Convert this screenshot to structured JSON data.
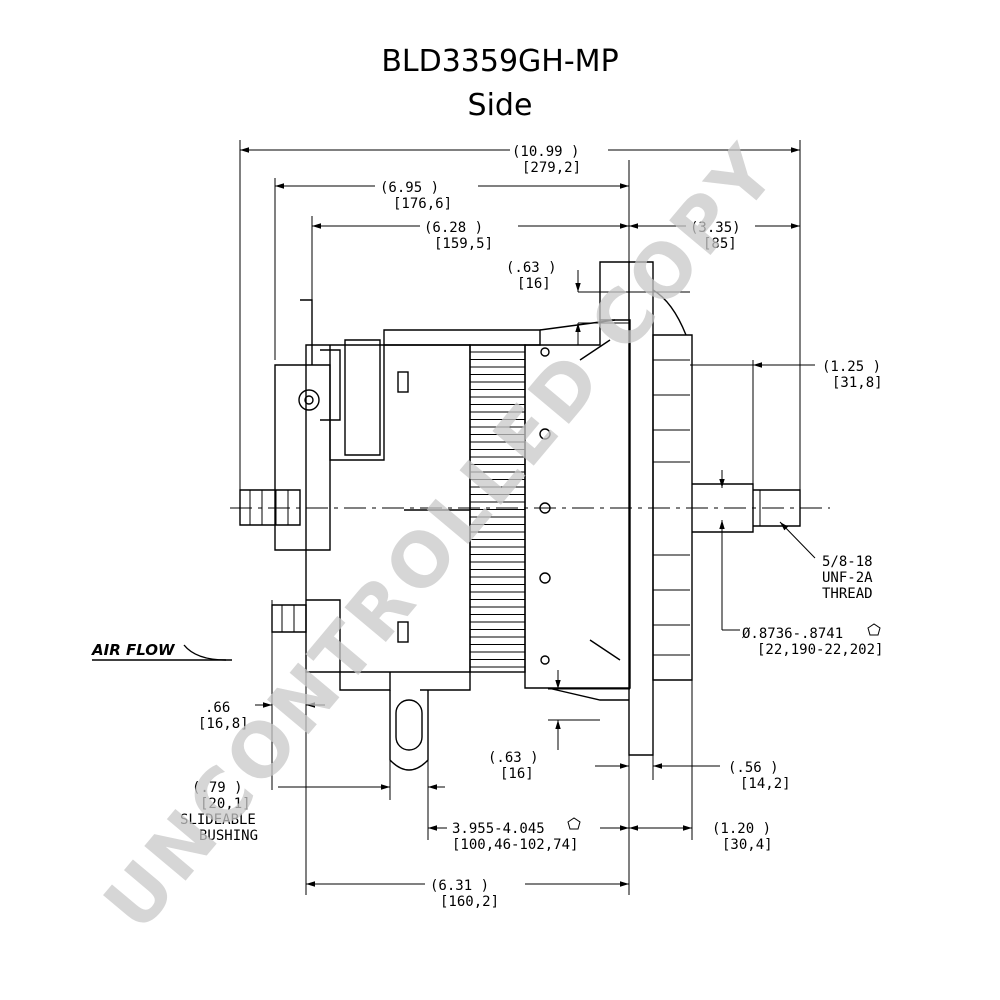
{
  "title": "BLD3359GH-MP",
  "subtitle": "Side",
  "watermark": "UNCONTROLLED COPY",
  "airflow_label": "AIR FLOW",
  "dimensions": {
    "overall_in": "(10.99   )",
    "overall_mm": "[279,2]",
    "d695_in": "(6.95    )",
    "d695_mm": "[176,6]",
    "d628_in": "(6.28    )",
    "d628_mm": "[159,5]",
    "d335_in": "(3.35)",
    "d335_mm": "[85]",
    "d063top_in": "(.63  )",
    "d063top_mm": "[16]",
    "d125_in": "(1.25   )",
    "d125_mm": "[31,8]",
    "thread_1": "5/8-18",
    "thread_2": "UNF-2A",
    "thread_3": "THREAD",
    "shaft_in": "Ø.8736-.8741",
    "shaft_mm": "[22,190-22,202]",
    "d066_in": ".66",
    "d066_mm": "[16,8]",
    "d063bot_in": "(.63  )",
    "d063bot_mm": "[16]",
    "d056_in": "(.56    )",
    "d056_mm": "[14,2]",
    "d079_in": "(.79    )",
    "d079_mm": "[20,1]",
    "bushing_1": "SLIDEABLE",
    "bushing_2": "BUSHING",
    "d3955_in": "3.955-4.045",
    "d3955_mm": "[100,46-102,74]",
    "d120_in": "(1.20   )",
    "d120_mm": "[30,4]",
    "d631_in": "(6.31    )",
    "d631_mm": "[160,2]"
  }
}
